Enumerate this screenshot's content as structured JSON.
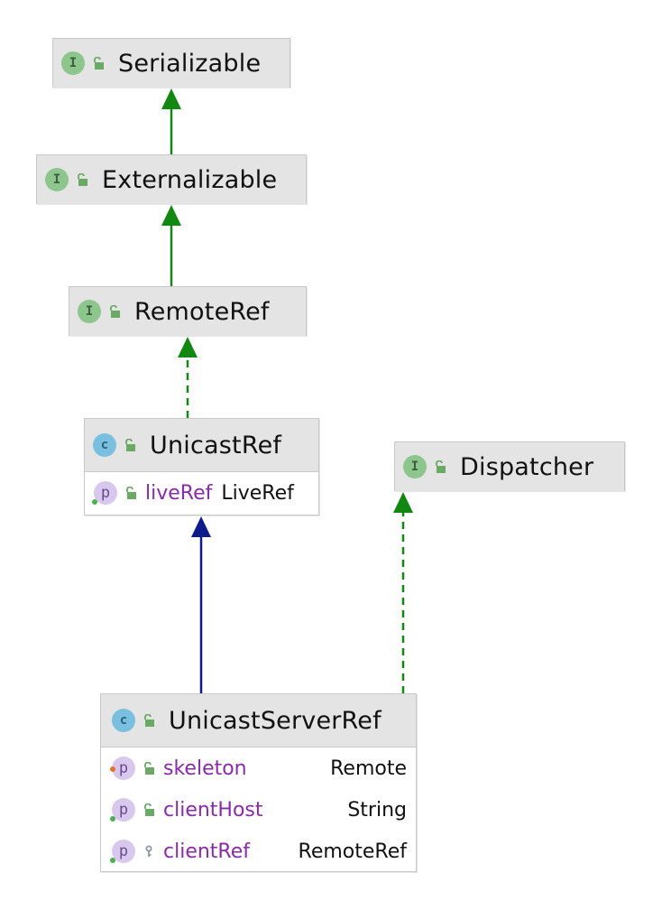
{
  "nodes": {
    "serializable": {
      "kind_icon": "interface-icon",
      "badge": "I",
      "name": "Serializable"
    },
    "externalizable": {
      "kind_icon": "interface-icon",
      "badge": "I",
      "name": "Externalizable"
    },
    "remoteref": {
      "kind_icon": "interface-icon",
      "badge": "I",
      "name": "RemoteRef"
    },
    "unicastref": {
      "kind_icon": "class-icon",
      "badge": "c",
      "name": "UnicastRef",
      "members": [
        {
          "badge": "p",
          "visibility_icon": "public-lock-icon",
          "name": "liveRef",
          "type": "LiveRef"
        }
      ]
    },
    "dispatcher": {
      "kind_icon": "interface-icon",
      "badge": "I",
      "name": "Dispatcher"
    },
    "unicastserverref": {
      "kind_icon": "class-icon",
      "badge": "c",
      "name": "UnicastServerRef",
      "members": [
        {
          "badge": "p",
          "visibility_icon": "public-lock-icon",
          "name": "skeleton",
          "type": "Remote"
        },
        {
          "badge": "p",
          "visibility_icon": "public-lock-icon",
          "name": "clientHost",
          "type": "String"
        },
        {
          "badge": "p",
          "visibility_icon": "key-icon",
          "name": "clientRef",
          "type": "RemoteRef"
        }
      ]
    }
  },
  "edges": [
    {
      "from": "Externalizable",
      "to": "Serializable",
      "kind": "extends",
      "color": "#128812"
    },
    {
      "from": "RemoteRef",
      "to": "Externalizable",
      "kind": "extends",
      "color": "#128812"
    },
    {
      "from": "UnicastRef",
      "to": "RemoteRef",
      "kind": "implements",
      "color": "#128812"
    },
    {
      "from": "UnicastServerRef",
      "to": "UnicastRef",
      "kind": "extends",
      "color": "#0d1a8c"
    },
    {
      "from": "UnicastServerRef",
      "to": "Dispatcher",
      "kind": "implements",
      "color": "#128812"
    }
  ]
}
